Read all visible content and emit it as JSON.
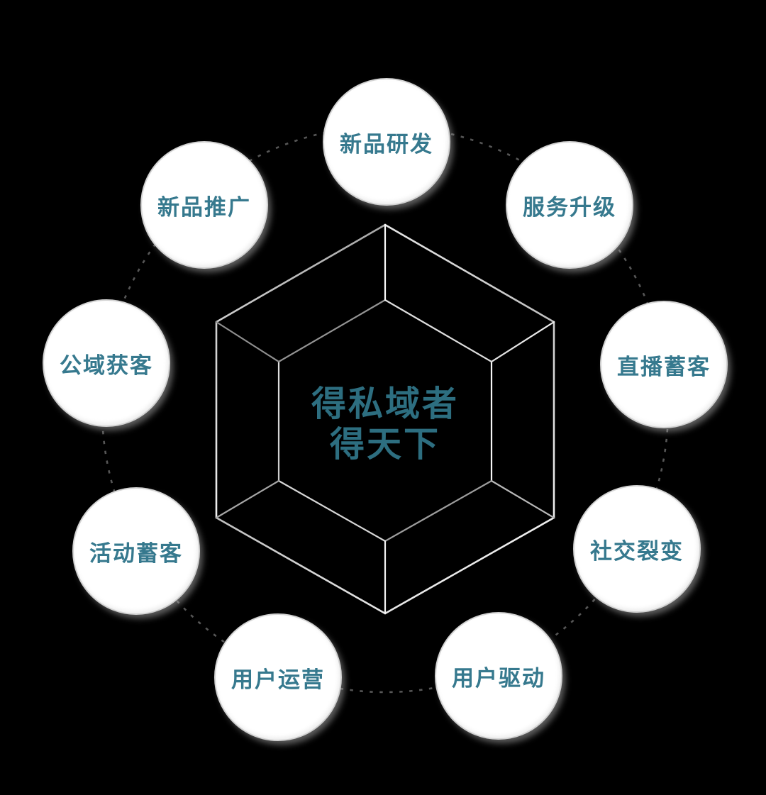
{
  "center": {
    "line1": "得私域者",
    "line2": "得天下"
  },
  "nodes": [
    {
      "label": "新品研发"
    },
    {
      "label": "服务升级"
    },
    {
      "label": "直播蓄客"
    },
    {
      "label": "社交裂变"
    },
    {
      "label": "用户驱动"
    },
    {
      "label": "用户运营"
    },
    {
      "label": "活动蓄客"
    },
    {
      "label": "公域获客"
    },
    {
      "label": "新品推广"
    }
  ],
  "colors": {
    "background": "#000000",
    "node-fill": "#ffffff",
    "node-border": "#d2d2d2",
    "label-text": "#36798e",
    "center-text": "#2d6e80",
    "ring-dash": "#565656",
    "wire-light": "#ffffff",
    "wire-dark": "#8e8e8e"
  }
}
